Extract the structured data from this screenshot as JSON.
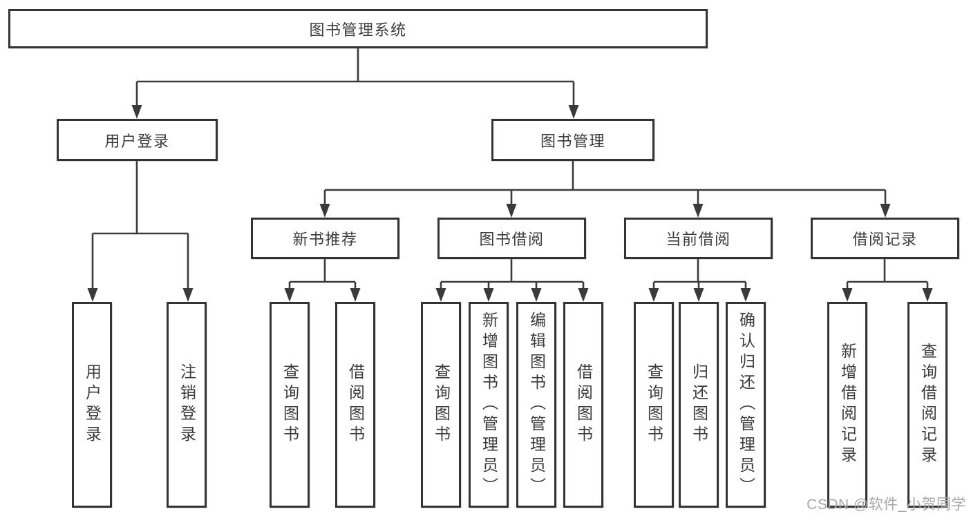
{
  "colors": {
    "line": "#3a3a3a",
    "box_border": "#333333",
    "box_fill": "#ffffff",
    "text": "#3c3c3c",
    "watermark": "#a6a6a6",
    "background": "#ffffff"
  },
  "tree": {
    "root": {
      "label": "图书管理系统"
    },
    "level2": [
      {
        "label": "用户登录"
      },
      {
        "label": "图书管理"
      }
    ],
    "level3": [
      {
        "label": "新书推荐"
      },
      {
        "label": "图书借阅"
      },
      {
        "label": "当前借阅"
      },
      {
        "label": "借阅记录"
      }
    ],
    "leaves": [
      {
        "label": "用户登录"
      },
      {
        "label": "注销登录"
      },
      {
        "label": "查询图书"
      },
      {
        "label": "借阅图书"
      },
      {
        "label": "查询图书"
      },
      {
        "label": "新增图书（管理员）"
      },
      {
        "label": "编辑图书（管理员）"
      },
      {
        "label": "借阅图书"
      },
      {
        "label": "查询图书"
      },
      {
        "label": "归还图书"
      },
      {
        "label": "确认归还（管理员）"
      },
      {
        "label": "新增借阅记录"
      },
      {
        "label": "查询借阅记录"
      }
    ]
  },
  "watermark": {
    "text": "CSDN @软件_小贺同学"
  }
}
